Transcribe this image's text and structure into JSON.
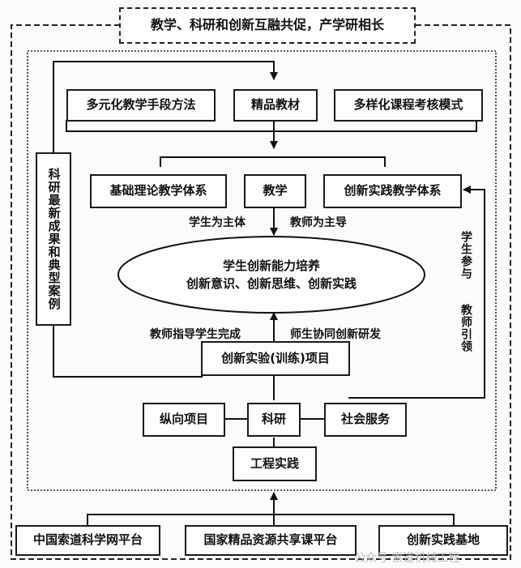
{
  "top_banner": "教学、科研和创新互融共促，产学研相长",
  "row1": [
    "多元化教学手段方法",
    "精品教材",
    "多样化课程考核模式"
  ],
  "row2": [
    "基础理论教学体系",
    "教学",
    "创新实践教学体系"
  ],
  "labels": {
    "student_subject": "学生为主体",
    "teacher_lead": "教师为主导",
    "teacher_guide": "教师指导学生完成",
    "co_research": "师生协同创新研发"
  },
  "center": {
    "line1": "学生创新能力培养",
    "line2": "创新意识、创新思维、创新实践"
  },
  "left_side": "科研最新成果和典型案例",
  "right_side_1": "学生参与",
  "right_side_2": "教师引领",
  "project": "创新实验(训练)项目",
  "row4": [
    "纵向项目",
    "科研",
    "社会服务"
  ],
  "engineering": "工程实践",
  "platforms": [
    "中国索道科学网平台",
    "国家精品资源共享课平台",
    "创新实践基地"
  ],
  "watermark": "公众号·索道机械工程"
}
